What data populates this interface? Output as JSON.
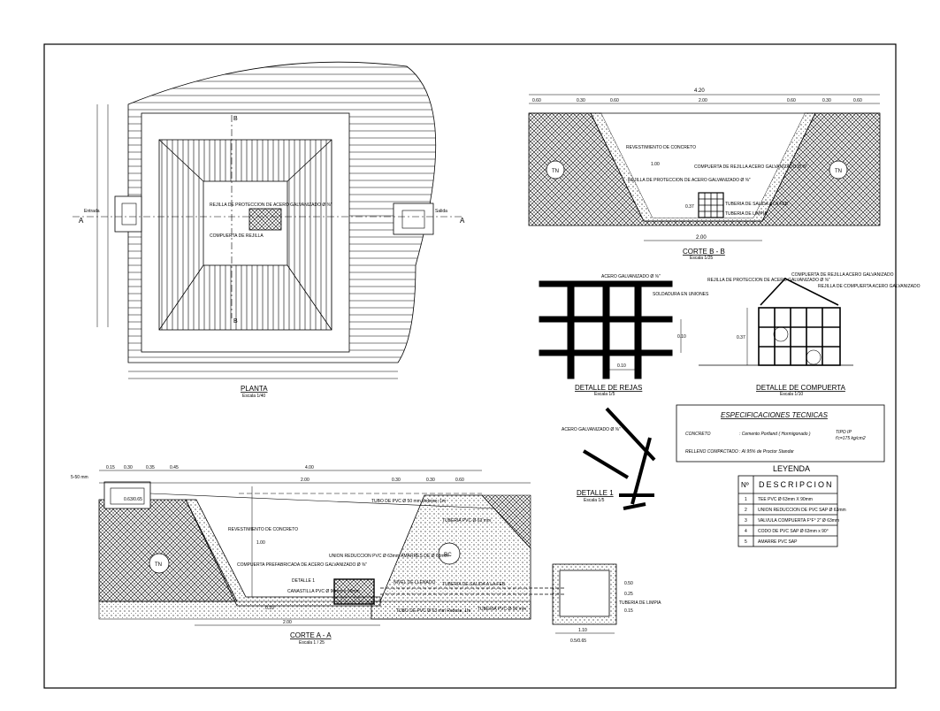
{
  "plan": {
    "title": "PLANTA",
    "scale": "Escala 1/40",
    "section_a": "A",
    "section_b": "B",
    "label_entrada": "Entrada",
    "label_salida": "Salida",
    "note_rejas": "REJILLA DE PROTECCION DE ACERO GALVANIZADO Ø ⅜\"",
    "note_compuerta": "COMPUERTA DE REJILLA"
  },
  "corte_bb": {
    "title": "CORTE B - B",
    "scale": "Escala 1/25",
    "top_dim": "4.20",
    "dims_top": [
      "0.60",
      "0.30",
      "0.60",
      "2.00",
      "0.60",
      "0.30",
      "0.60"
    ],
    "bottom_dim": "2.00",
    "height_dim": "1.00",
    "label_tn_left": "TN",
    "label_tn_right": "TN",
    "note_revest": "REVESTIMIENTO DE CONCRETO",
    "note_compuerta": "COMPUERTA DE REJILLA ACERO GALVANIZADO Ø ⅜\"",
    "note_rejilla": "REJILLA DE PROTECCION DE ACERO GALVANIZADO Ø ⅜\"",
    "note_salida": "TUBERIA DE SALIDA A LA FEB",
    "note_limpia": "TUBERIA DE LIMPIA",
    "dim_037": "0.37"
  },
  "detalle_rejas": {
    "title": "DETALLE DE REJAS",
    "scale": "Escala 1/5",
    "note_acero": "ACERO GALVANIZADO Ø ⅜\"",
    "note_soldadura": "SOLDADURA EN UNIONES",
    "dim_v": "0.10",
    "dim_h": "0.10"
  },
  "detalle_compuerta": {
    "title": "DETALLE DE COMPUERTA",
    "scale": "Escala 1/10",
    "note_left": "REJILLA DE PROTECCION DE ACERO GALVANIZADO Ø ⅜\"",
    "note_center": "COMPUERTA DE REJILLA ACERO GALVANIZADO",
    "note_right": "REJILLA DE COMPUERTA ACERO GALVANIZADO",
    "dim": "0.37"
  },
  "detalle_1": {
    "title": "DETALLE 1",
    "scale": "Escala 1/5",
    "note": "ACERO GALVANIZADO Ø ⅜\""
  },
  "especificaciones": {
    "title": "ESPECIFICACIONES TECNICAS",
    "concreto_label": "CONCRETO",
    "concreto_value": ": Cemento Portland ( Hormigonado )",
    "tipo": "TIPO IP",
    "fc": "f'c=175 kg/cm2",
    "relleno_label": "RELLENO COMPACTADO",
    "relleno_value": ": Al 95% de Proctor Standar"
  },
  "leyenda": {
    "title": "LEYENDA",
    "col_n": "Nº",
    "col_desc": "DESCRIPCION",
    "rows": [
      {
        "n": "1",
        "desc": "TEE PVC Ø 63mm X 90mm"
      },
      {
        "n": "2",
        "desc": "UNION REDUCCION DE PVC SAP Ø 63mm"
      },
      {
        "n": "3",
        "desc": "VALVULA COMPUERTA F°F° 2\" Ø 63mm"
      },
      {
        "n": "4",
        "desc": "CODO DE PVC SAP Ø 63mm x 90°"
      },
      {
        "n": "5",
        "desc": "AMARRE PVC SAP"
      }
    ]
  },
  "corte_aa": {
    "title": "CORTE A - A",
    "scale": "Escala 1 / 25",
    "dims_top": [
      "0.15",
      "0.30",
      "0.35",
      "0.45",
      "4.00",
      "0.30",
      "0.60"
    ],
    "dim_200": "2.00",
    "dim_030": "0.30",
    "dim_200b": "2.00",
    "dim_100": "1.00",
    "dim_010": "0.10",
    "dim_110": "1.10",
    "label_tn": "TN",
    "label_rc": "RC",
    "note_revest": "REVESTIMIENTO DE CONCRETO",
    "note_compuerta": "COMPUERTA PREFABRICADA DE ACERO GALVANIZADO Ø ⅜\"",
    "note_detalle": "DETALLE 1",
    "note_canastilla": "CANASTILLA PVC Ø 90mm x 90mm",
    "note_union": "UNION REDUCCION PVC Ø 63mm AMARRES DE Ø 63mm",
    "note_nivel": "NIVEL DE LLENADO",
    "note_tub_salida": "TUBERIA DE SALIDA A LA FEB",
    "note_tub_limpia": "TUBERIA DE LIMPIA",
    "note_tub_pvc": "TUBERIA PVC Ø 90 mm",
    "note_tub_pvc2": "TUBERIA PVC Ø 63 mm",
    "note_top": "TUBO DE PVC Ø 50 mm Rebose, 1m",
    "note_bottom": "TUBO DE PVC Ø 63 mm Rebose, 1m",
    "box_left": "0.63/0.65",
    "box_right": "0.5/0.65",
    "dim_050": "0.50",
    "dim_025": "0.25",
    "dim_015": "0.15",
    "label_550": "5-50 mm"
  }
}
